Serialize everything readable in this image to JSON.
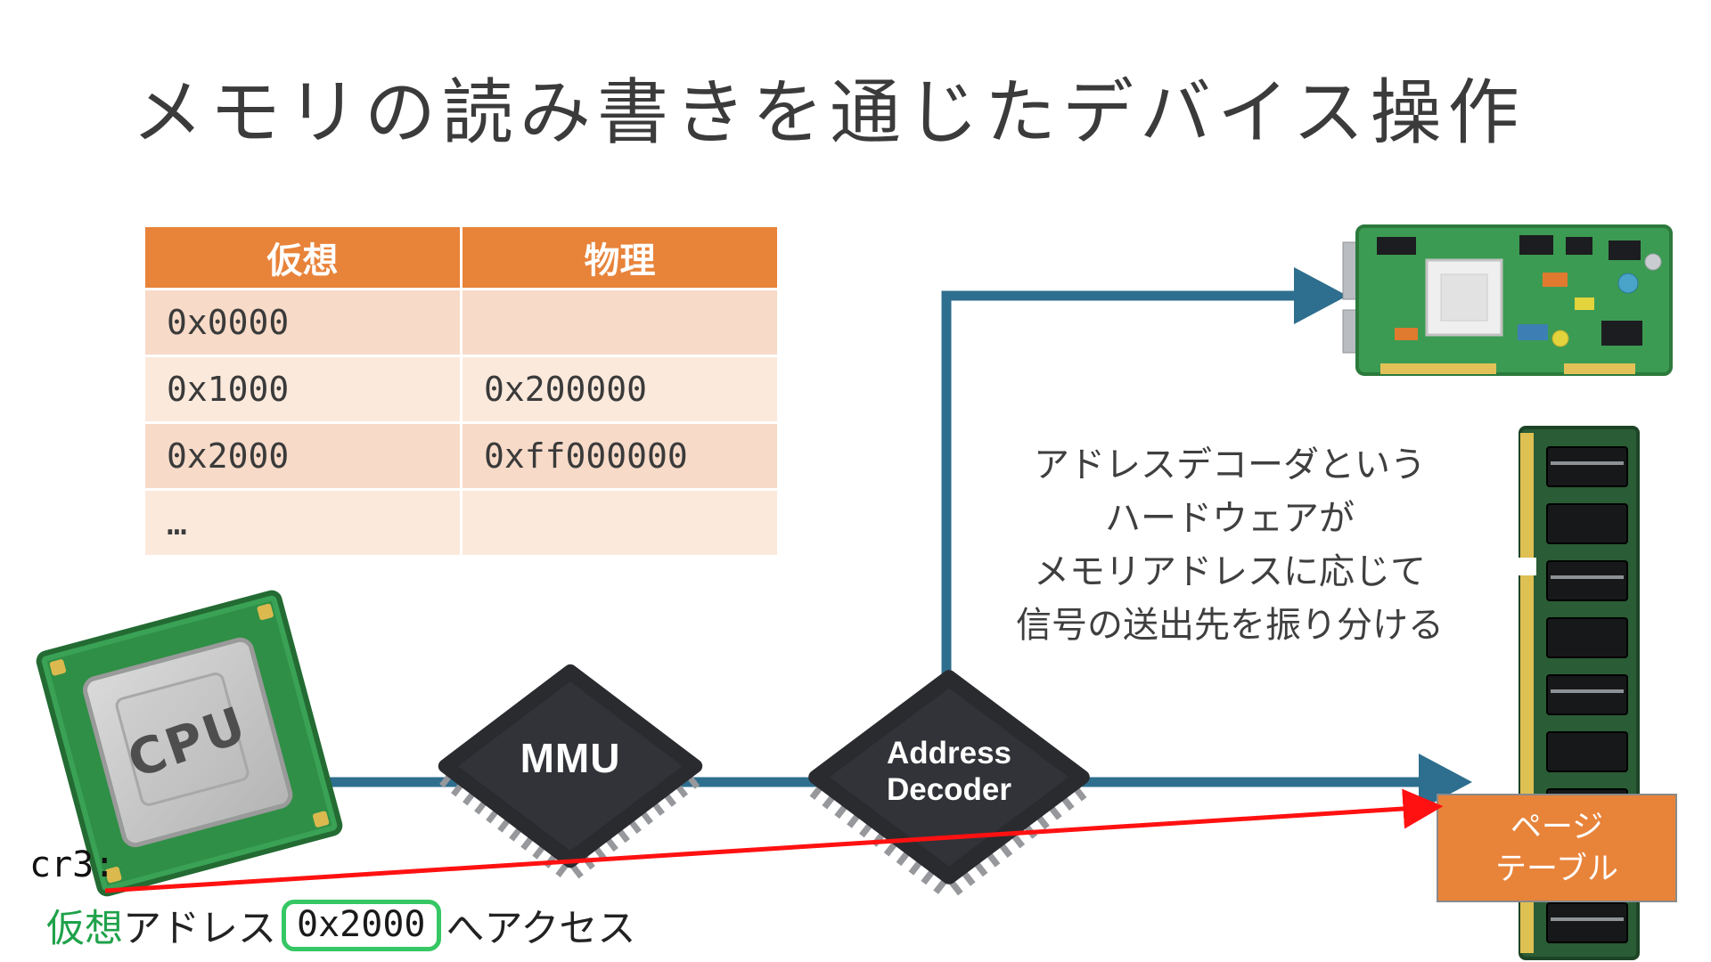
{
  "title": "メモリの読み書きを通じたデバイス操作",
  "mapping_table": {
    "headers": [
      "仮想",
      "物理"
    ],
    "rows": [
      {
        "virtual": "0x0000",
        "physical": ""
      },
      {
        "virtual": "0x1000",
        "physical": "0x200000"
      },
      {
        "virtual": "0x2000",
        "physical": "0xff000000"
      },
      {
        "virtual": "…",
        "physical": ""
      }
    ]
  },
  "chips": {
    "cpu_label": "CPU",
    "mmu_label": "MMU",
    "decoder_label_line1": "Address",
    "decoder_label_line2": "Decoder"
  },
  "annotation": {
    "line1": "アドレスデコーダという",
    "line2": "ハードウェアが",
    "line3": "メモリアドレスに応じて",
    "line4": "信号の送出先を振り分ける"
  },
  "page_table_box": {
    "line1": "ページ",
    "line2": "テーブル"
  },
  "footer": {
    "cr3_label": "cr3:",
    "access_word_virtual": "仮想",
    "access_word_address": "アドレス",
    "access_address_value": "0x2000",
    "access_suffix": "へアクセス"
  },
  "colors": {
    "table_header_orange": "#E8833A",
    "table_row_band_dark": "#F7DAC8",
    "table_row_band_light": "#FBE9DC",
    "arrow_teal": "#2E6E8E",
    "arrow_red": "#FF1111",
    "highlight_green": "#35C763",
    "page_table_orange": "#E8833A",
    "chip_black": "#2A2B2F"
  }
}
